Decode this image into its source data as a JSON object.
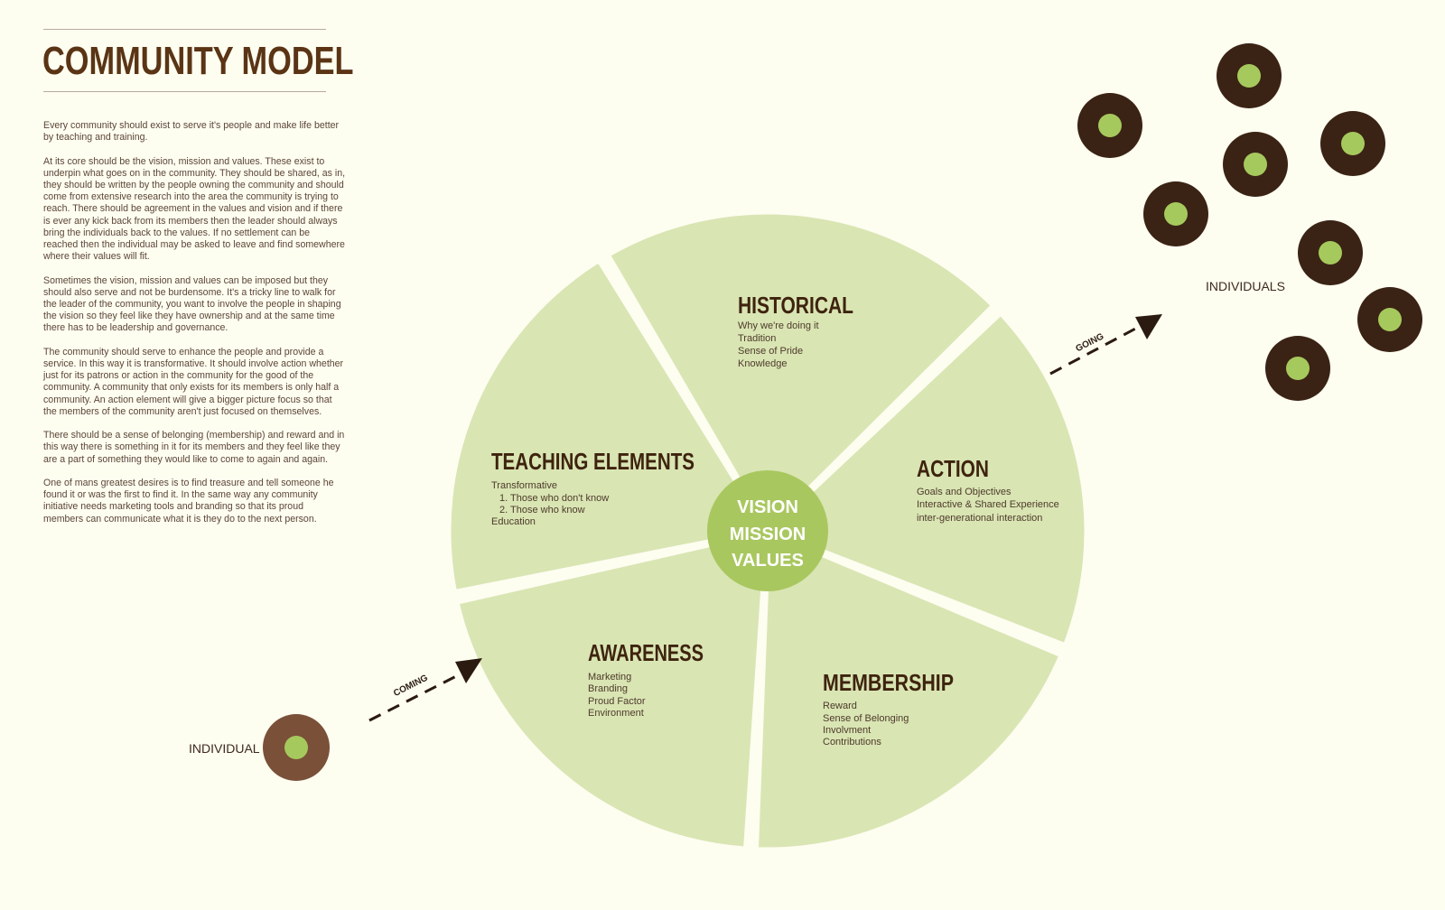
{
  "page": {
    "title": "COMMUNITY MODEL",
    "paragraphs": [
      "Every community should exist to serve it's people and make life better by teaching and training.",
      "At its core should be the vision, mission and values. These exist to underpin what goes on in the community. They should be shared, as in, they should be written by the people owning the community and should come from extensive research into the area the community is trying to reach. There should be agreement in the values and vision and if there is ever any kick back from its members then the leader should always bring the individuals back to the values. If no settlement can be reached then the individual may be asked to leave and find somewhere where their values will fit.",
      "Sometimes the vision, mission and values can be imposed but they should also serve and not be burdensome. It's a tricky line to walk for the leader of the community, you want to involve the people in shaping the vision so they feel like they have ownership and at the same time there has to be leadership and governance.",
      "The community should serve to enhance the people and provide a service. In this way it is transformative. It should involve action whether just for its patrons or action in the community for the good of the community. A community that only exists for its members is only half a community. An action element will give a bigger picture focus so that the members of the community aren't just focused on themselves.",
      "There should be a sense of belonging (membership) and reward and in this way there is something in it for its members and they feel like they are a part of something they would like to come to again and again.",
      "One of mans greatest desires is to find treasure and tell someone he found it or was the first to find it. In the same way any community initiative needs marketing tools and branding so that its proud members can communicate what it is they do to the next person."
    ]
  },
  "diagram": {
    "center": {
      "lines": [
        "VISION",
        "MISSION",
        "VALUES"
      ]
    },
    "segments": [
      {
        "key": "historical",
        "title": "HISTORICAL",
        "items": [
          "Why we're doing it",
          "Tradition",
          "Sense of Pride",
          "Knowledge"
        ]
      },
      {
        "key": "action",
        "title": "ACTION",
        "items": [
          "Goals and Objectives",
          "Interactive & Shared Experience",
          "inter-generational interaction"
        ]
      },
      {
        "key": "membership",
        "title": "MEMBERSHIP",
        "items": [
          "Reward",
          "Sense of Belonging",
          "Involvment",
          "Contributions"
        ]
      },
      {
        "key": "awareness",
        "title": "AWARENESS",
        "items": [
          "Marketing",
          "Branding",
          "Proud Factor",
          "Environment"
        ]
      },
      {
        "key": "teaching",
        "title": "TEACHING ELEMENTS",
        "items": [
          "Transformative",
          "1. Those who don't know",
          "2. Those who know",
          "Education"
        ]
      }
    ],
    "individual_label": "INDIVIDUAL",
    "individuals_label": "INDIVIDUALS",
    "coming_label": "COMING",
    "going_label": "GOING",
    "individuals_count": 8,
    "colors": {
      "background": "#fdfdf0",
      "segment_fill": "#d9e5b3",
      "center_fill": "#a9c75f",
      "dot_ring": "#3a2314",
      "single_ring": "#7a5038",
      "dot_core": "#a6c95d",
      "title_brown": "#5a3414"
    }
  }
}
